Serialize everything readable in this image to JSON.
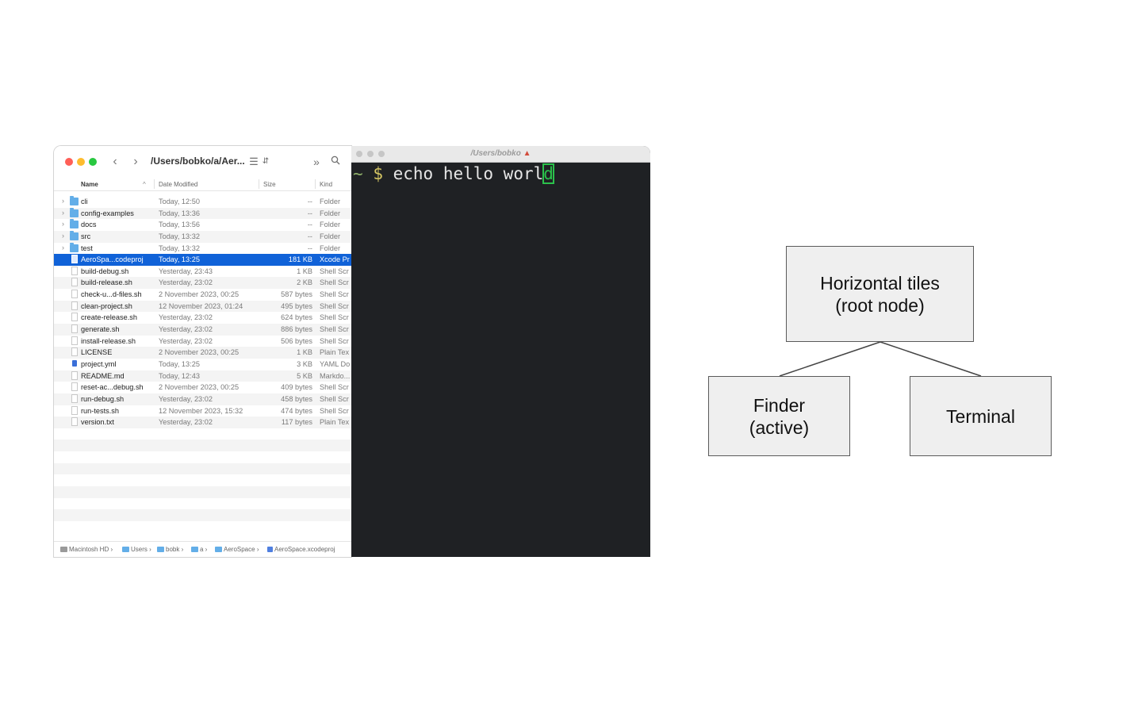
{
  "finder": {
    "path_title": "/Users/bobko/a/Aer...",
    "columns": {
      "name": "Name",
      "date": "Date Modified",
      "size": "Size",
      "kind": "Kind"
    },
    "rows": [
      {
        "name": "cli",
        "date": "Today, 12:50",
        "size": "--",
        "kind": "Folder",
        "icon": "folder-icon",
        "expandable": true
      },
      {
        "name": "config-examples",
        "date": "Today, 13:36",
        "size": "--",
        "kind": "Folder",
        "icon": "folder-icon",
        "expandable": true
      },
      {
        "name": "docs",
        "date": "Today, 13:56",
        "size": "--",
        "kind": "Folder",
        "icon": "folder-icon",
        "expandable": true
      },
      {
        "name": "src",
        "date": "Today, 13:32",
        "size": "--",
        "kind": "Folder",
        "icon": "folder-icon",
        "expandable": true
      },
      {
        "name": "test",
        "date": "Today, 13:32",
        "size": "--",
        "kind": "Folder",
        "icon": "folder-icon",
        "expandable": true
      },
      {
        "name": "AeroSpa...codeproj",
        "date": "Today, 13:25",
        "size": "181 KB",
        "kind": "Xcode Pr",
        "icon": "xcode-project-icon",
        "selected": true
      },
      {
        "name": "build-debug.sh",
        "date": "Yesterday, 23:43",
        "size": "1 KB",
        "kind": "Shell Scr",
        "icon": "document-icon"
      },
      {
        "name": "build-release.sh",
        "date": "Yesterday, 23:02",
        "size": "2 KB",
        "kind": "Shell Scr",
        "icon": "document-icon"
      },
      {
        "name": "check-u...d-files.sh",
        "date": "2 November 2023, 00:25",
        "size": "587 bytes",
        "kind": "Shell Scr",
        "icon": "document-icon"
      },
      {
        "name": "clean-project.sh",
        "date": "12 November 2023, 01:24",
        "size": "495 bytes",
        "kind": "Shell Scr",
        "icon": "document-icon"
      },
      {
        "name": "create-release.sh",
        "date": "Yesterday, 23:02",
        "size": "624 bytes",
        "kind": "Shell Scr",
        "icon": "document-icon"
      },
      {
        "name": "generate.sh",
        "date": "Yesterday, 23:02",
        "size": "886 bytes",
        "kind": "Shell Scr",
        "icon": "document-icon"
      },
      {
        "name": "install-release.sh",
        "date": "Yesterday, 23:02",
        "size": "506 bytes",
        "kind": "Shell Scr",
        "icon": "document-icon"
      },
      {
        "name": "LICENSE",
        "date": "2 November 2023, 00:25",
        "size": "1 KB",
        "kind": "Plain Tex",
        "icon": "document-icon"
      },
      {
        "name": "project.yml",
        "date": "Today, 13:25",
        "size": "3 KB",
        "kind": "YAML Do",
        "icon": "yaml-icon"
      },
      {
        "name": "README.md",
        "date": "Today, 12:43",
        "size": "5 KB",
        "kind": "Markdo...",
        "icon": "document-icon"
      },
      {
        "name": "reset-ac...debug.sh",
        "date": "2 November 2023, 00:25",
        "size": "409 bytes",
        "kind": "Shell Scr",
        "icon": "document-icon"
      },
      {
        "name": "run-debug.sh",
        "date": "Yesterday, 23:02",
        "size": "458 bytes",
        "kind": "Shell Scr",
        "icon": "document-icon"
      },
      {
        "name": "run-tests.sh",
        "date": "12 November 2023, 15:32",
        "size": "474 bytes",
        "kind": "Shell Scr",
        "icon": "document-icon"
      },
      {
        "name": "version.txt",
        "date": "Yesterday, 23:02",
        "size": "117 bytes",
        "kind": "Plain Tex",
        "icon": "document-icon"
      }
    ],
    "pathbar": [
      {
        "label": "Macintosh HD",
        "icon": "hard-drive-icon"
      },
      {
        "label": "Users",
        "icon": "folder-icon"
      },
      {
        "label": "bobk",
        "icon": "folder-icon"
      },
      {
        "label": "a",
        "icon": "folder-icon"
      },
      {
        "label": "AeroSpace",
        "icon": "folder-icon"
      },
      {
        "label": "AeroSpace.xcodeproj",
        "icon": "xcode-project-icon"
      }
    ]
  },
  "terminal": {
    "title": "/Users/bobko",
    "title_icon": "rocket-icon",
    "prompt_dir": "~",
    "prompt_symbol": "$",
    "command_text": " echo hello worl",
    "cursor_char": "d"
  },
  "diagram": {
    "root": "Horizontal tiles\n(root node)",
    "left_child": "Finder\n(active)",
    "right_child": "Terminal"
  },
  "colors": {
    "selection": "#1062d8",
    "folder": "#63aee8",
    "terminal_bg": "#1f2124",
    "cursor": "#2bc14b",
    "node_fill": "#efefef"
  }
}
